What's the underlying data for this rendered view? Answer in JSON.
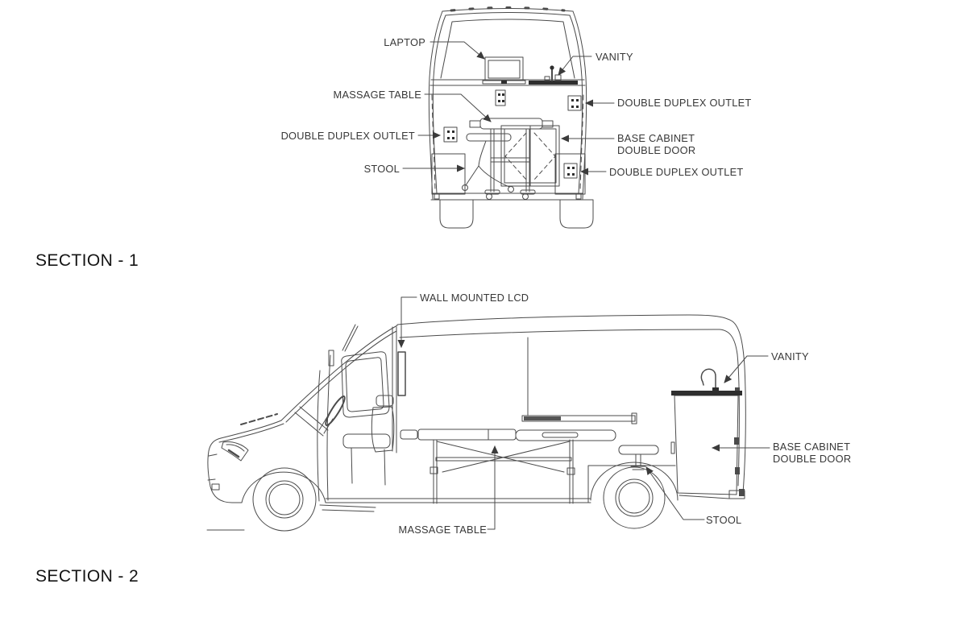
{
  "page": {
    "background_color": "#ffffff",
    "line_color": "#4b4b4b",
    "label_color": "#383838"
  },
  "section1": {
    "title": "SECTION - 1",
    "view": "van rear elevation",
    "labels": {
      "laptop": "LAPTOP",
      "vanity": "VANITY",
      "massage_table": "MASSAGE TABLE",
      "outlet_left": "DOUBLE DUPLEX OUTLET",
      "outlet_right_top": "DOUBLE DUPLEX OUTLET",
      "base_cabinet_line1": "BASE CABINET",
      "base_cabinet_line2": "DOUBLE DOOR",
      "stool": "STOOL",
      "outlet_right_bottom": "DOUBLE DUPLEX OUTLET"
    }
  },
  "section2": {
    "title": "SECTION - 2",
    "view": "van side elevation",
    "labels": {
      "wall_mounted_lcd": "WALL MOUNTED LCD",
      "vanity": "VANITY",
      "base_cabinet_line1": "BASE CABINET",
      "base_cabinet_line2": "DOUBLE DOOR",
      "massage_table": "MASSAGE TABLE",
      "stool": "STOOL"
    }
  }
}
